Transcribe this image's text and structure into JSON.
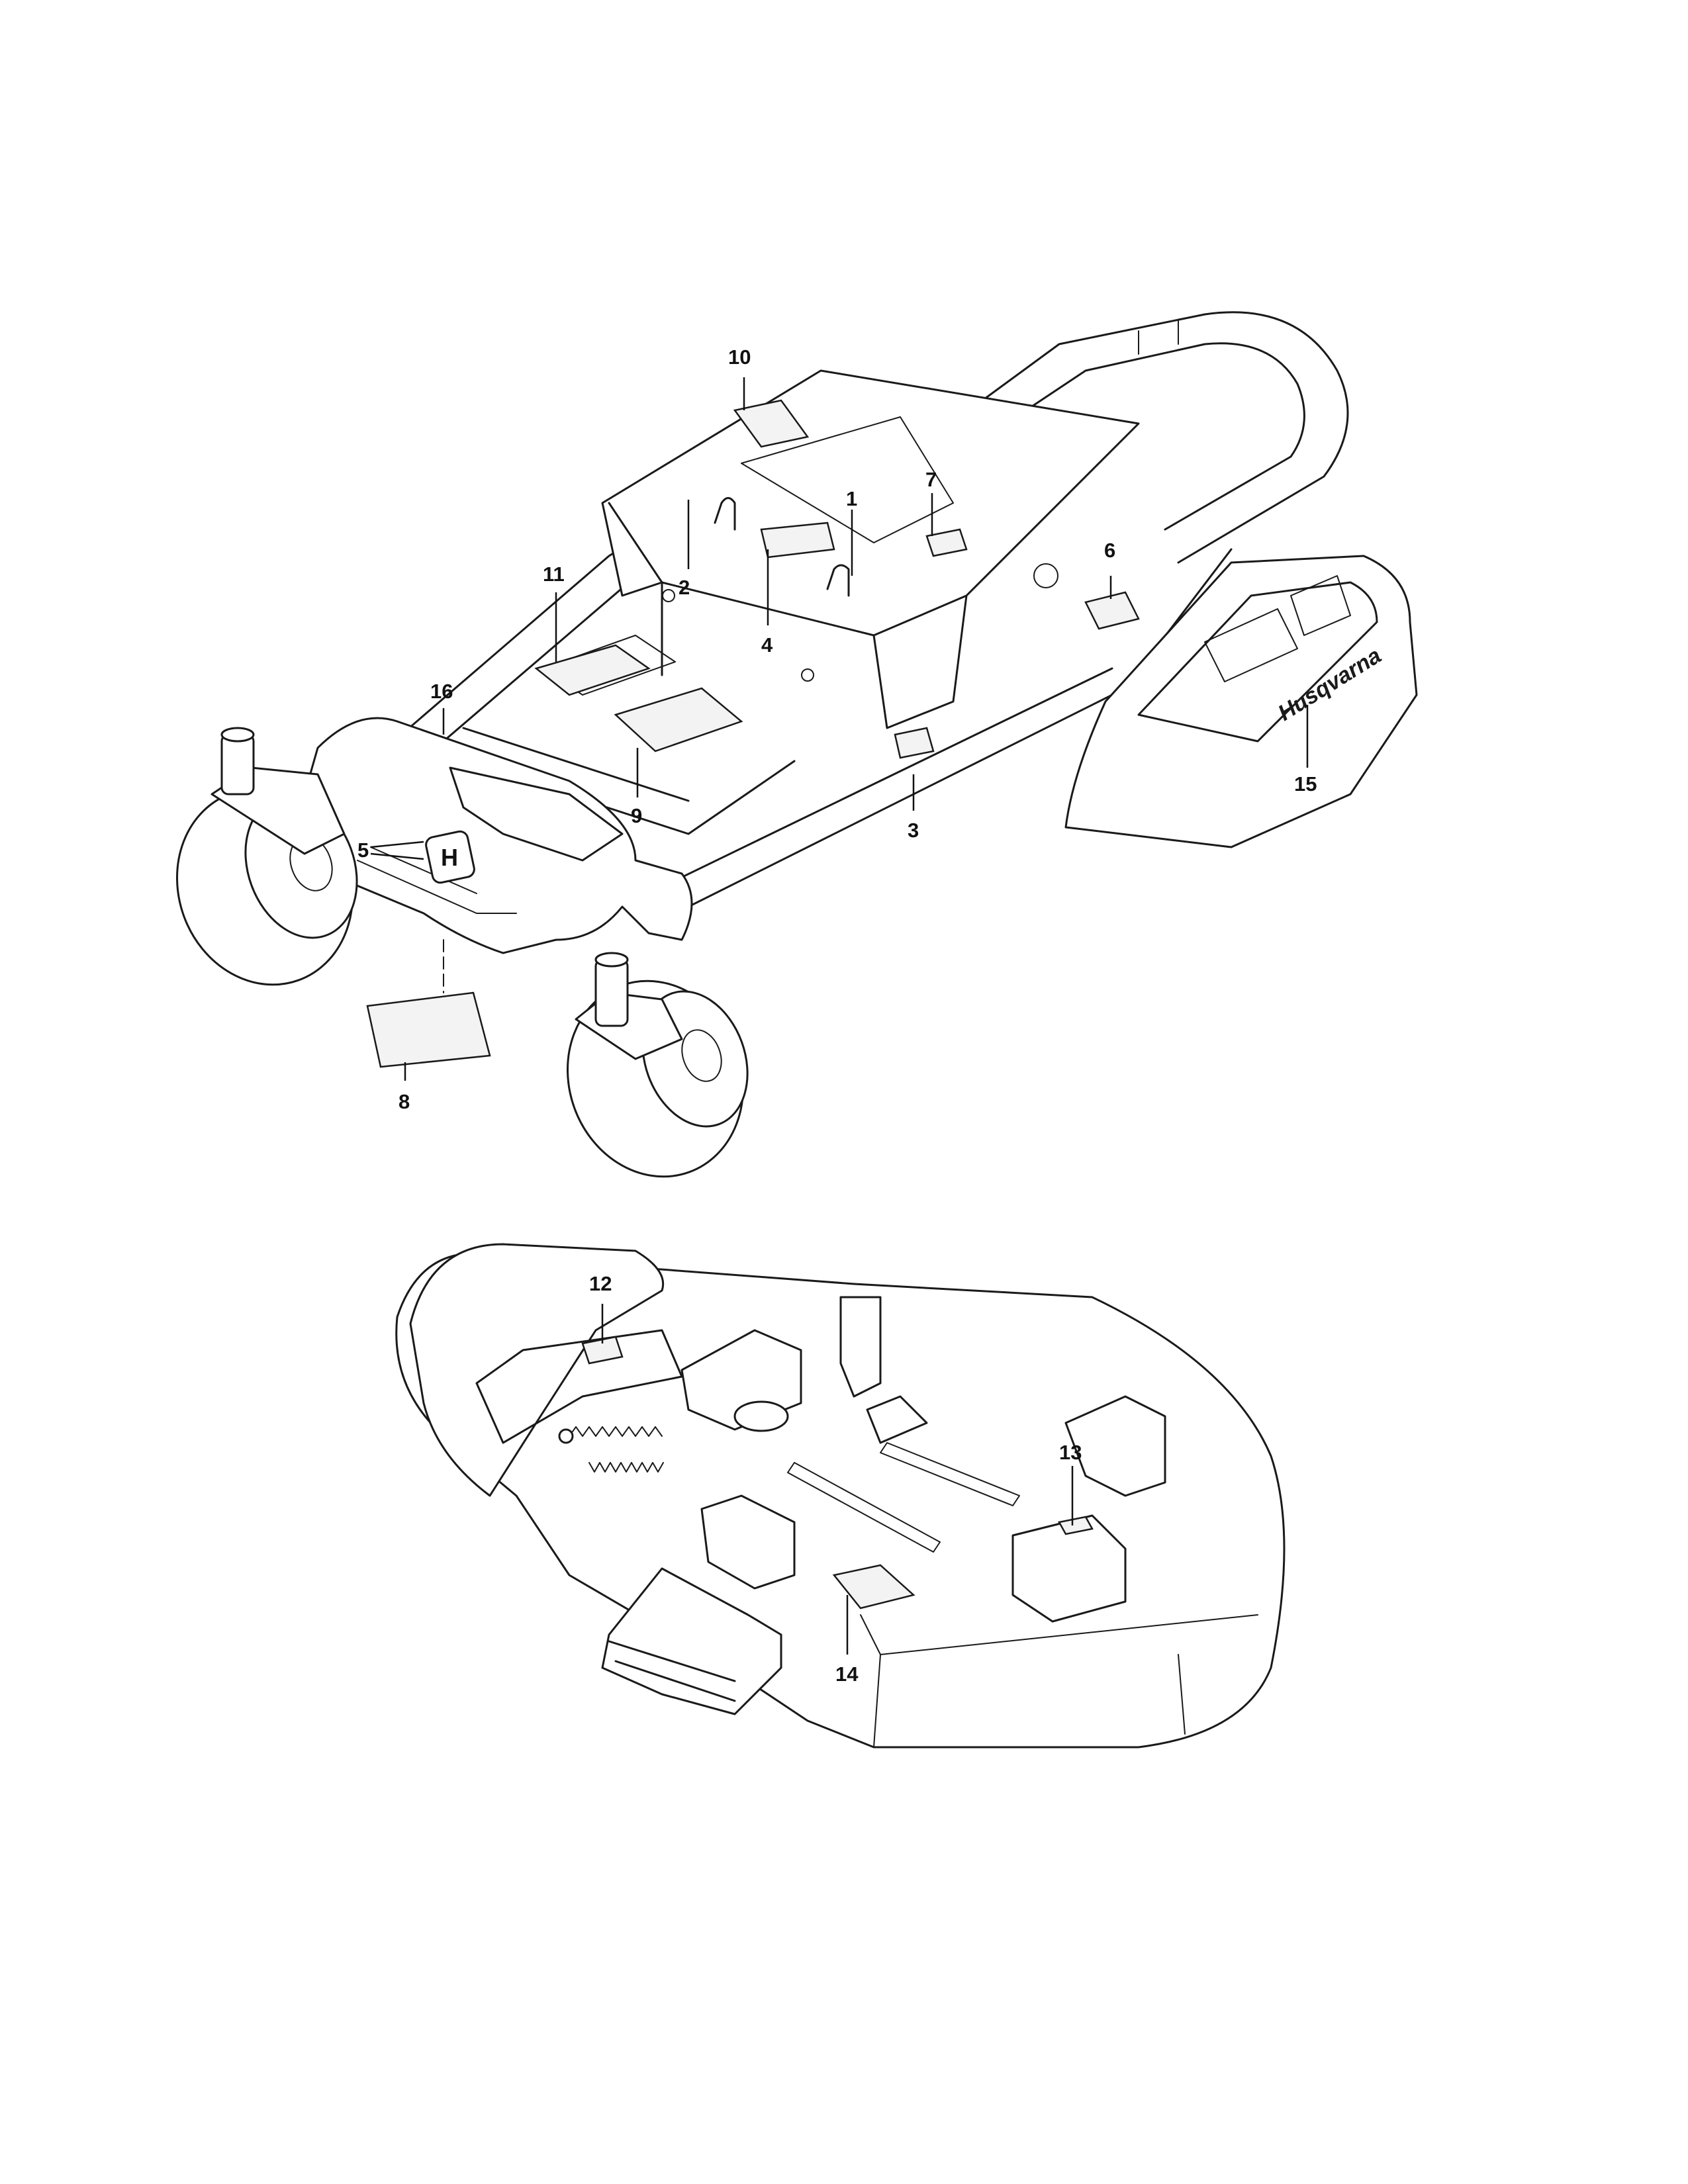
{
  "callouts": {
    "c1": "1",
    "c2": "2",
    "c3": "3",
    "c4": "4",
    "c5": "5",
    "c6": "6",
    "c7": "7",
    "c8": "8",
    "c9": "9",
    "c10": "10",
    "c11": "11",
    "c12": "12",
    "c13": "13",
    "c14": "14",
    "c15": "15",
    "c16": "16"
  },
  "logo": {
    "brand_text": "Husqvarna",
    "badge_letter": "H"
  }
}
